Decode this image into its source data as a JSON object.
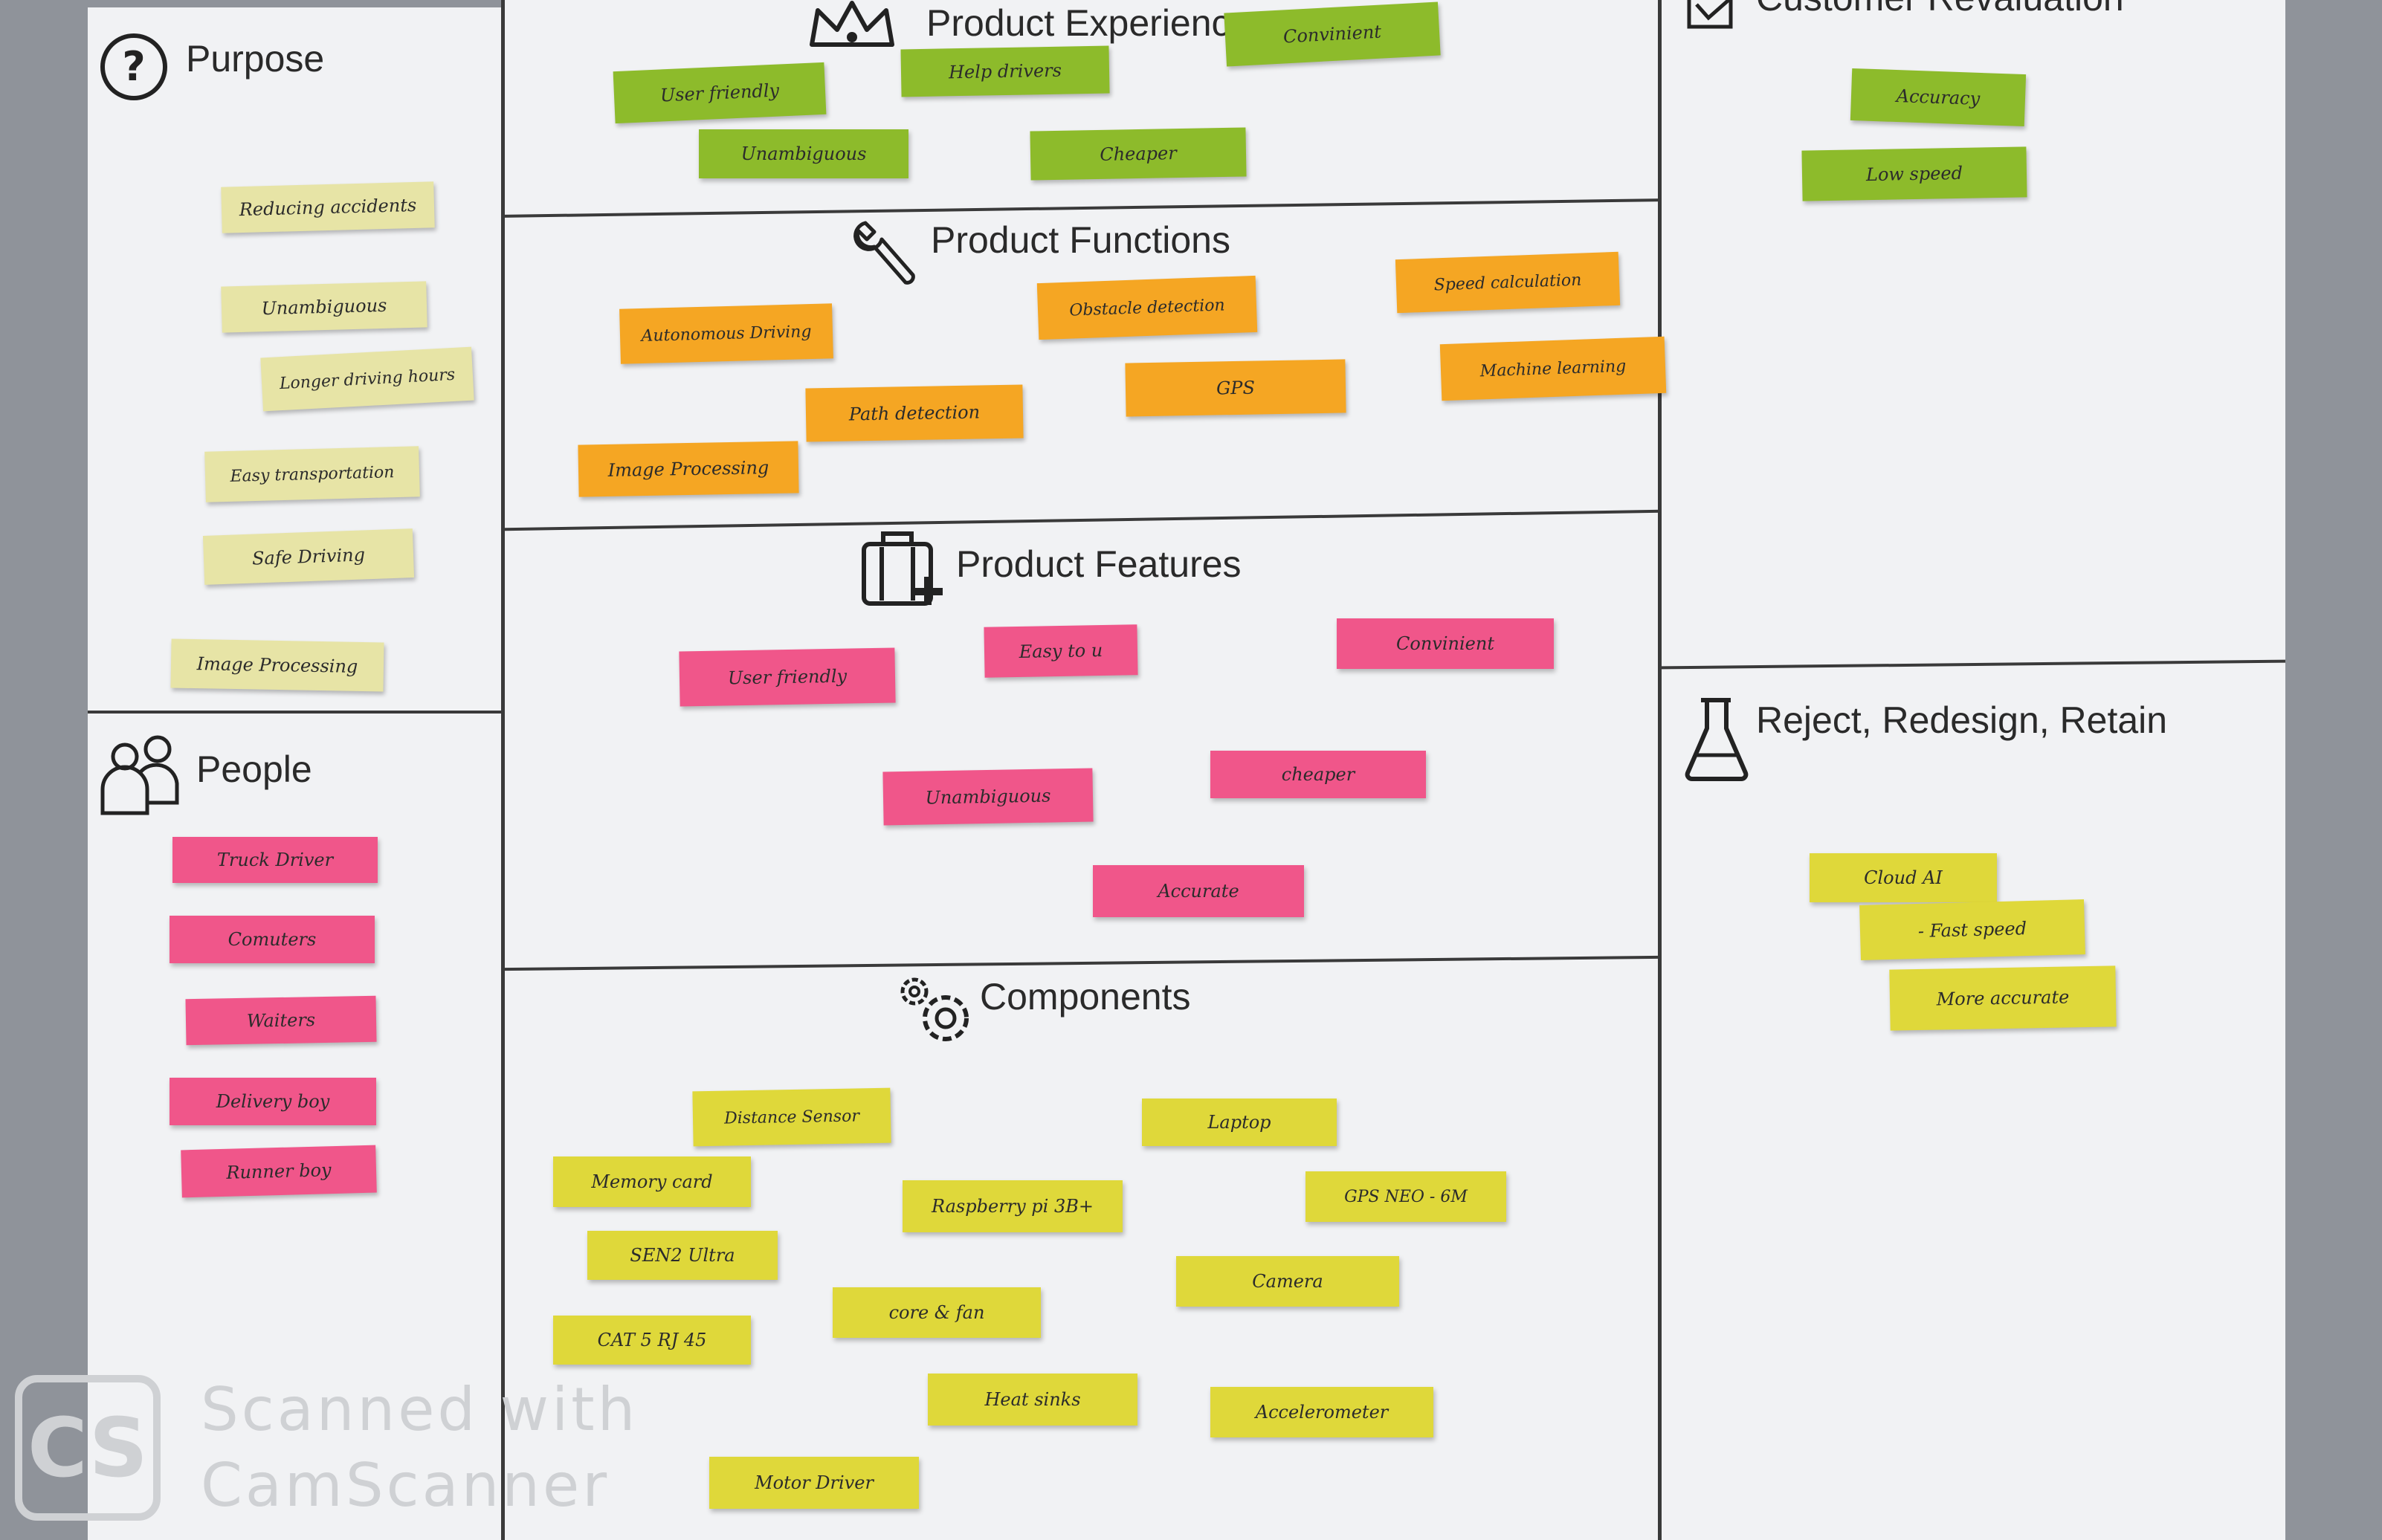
{
  "sections": {
    "purpose": "Purpose",
    "product_experience": "Product Experience",
    "customer_revaluation": "Customer Revaluation",
    "product_functions": "Product Functions",
    "product_features": "Product Features",
    "people": "People",
    "components": "Components",
    "reject_redesign_retain": "Reject, Redesign, Retain"
  },
  "purpose_notes": [
    "Reducing accidents",
    "Unambiguous",
    "Longer driving hours",
    "Easy transportation",
    "Safe Driving",
    "Image Processing"
  ],
  "experience_notes": [
    "User friendly",
    "Help drivers",
    "Convinient",
    "Unambiguous",
    "Cheaper"
  ],
  "customer_notes": [
    "Accuracy",
    "Low speed"
  ],
  "functions_notes": [
    "Autonomous Driving",
    "Obstacle detection",
    "Speed calculation",
    "Path detection",
    "GPS",
    "Machine learning",
    "Image Processing"
  ],
  "features_notes": [
    "User friendly",
    "Easy to u",
    "Convinient",
    "Unambiguous",
    "cheaper",
    "Accurate"
  ],
  "people_notes": [
    "Truck Driver",
    "Comuters",
    "Waiters",
    "Delivery boy",
    "Runner boy"
  ],
  "components_notes": [
    "Distance Sensor",
    "Laptop",
    "Memory card",
    "Raspberry pi 3B+",
    "GPS NEO - 6M",
    "SEN2 Ultra",
    "Camera",
    "CAT 5 RJ 45",
    "core & fan",
    "Heat sinks",
    "Accelerometer",
    "Motor Driver"
  ],
  "reject_notes": [
    "Cloud AI",
    "- Fast speed",
    "More accurate"
  ],
  "watermark": {
    "badge": "CS",
    "line1": "Scanned with",
    "line2": "CamScanner"
  },
  "colors": {
    "green": "#8dbb2b",
    "orange": "#f5a623",
    "pink": "#f0568a",
    "cream": "#e7e4a6",
    "yellow": "#dfd83a"
  }
}
